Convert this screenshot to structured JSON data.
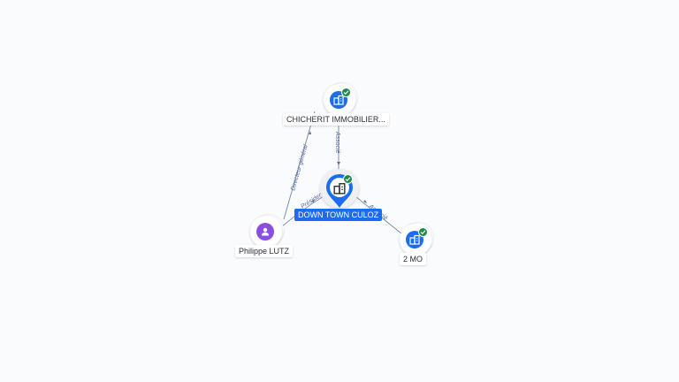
{
  "nodes": {
    "center": {
      "label": "DOWN TOWN CULOZ",
      "icon": "building-icon",
      "verified": true
    },
    "top": {
      "label": "CHICHERIT IMMOBILIER...",
      "icon": "building-icon",
      "verified": true
    },
    "left": {
      "label": "Philippe LUTZ",
      "icon": "person-icon"
    },
    "right": {
      "label": "2 MO",
      "icon": "building-icon",
      "verified": true
    }
  },
  "edges": [
    {
      "from": "top",
      "to": "center",
      "label": "Associé"
    },
    {
      "from": "left",
      "to": "top",
      "label": "Directeur général"
    },
    {
      "from": "left",
      "to": "center",
      "label": "Président"
    },
    {
      "from": "right",
      "to": "center",
      "label": "Associé"
    }
  ],
  "colors": {
    "accent": "#1a6cf0",
    "person": "#8a4fe0",
    "verified": "#1f8a4c",
    "edge": "#8090a8"
  }
}
